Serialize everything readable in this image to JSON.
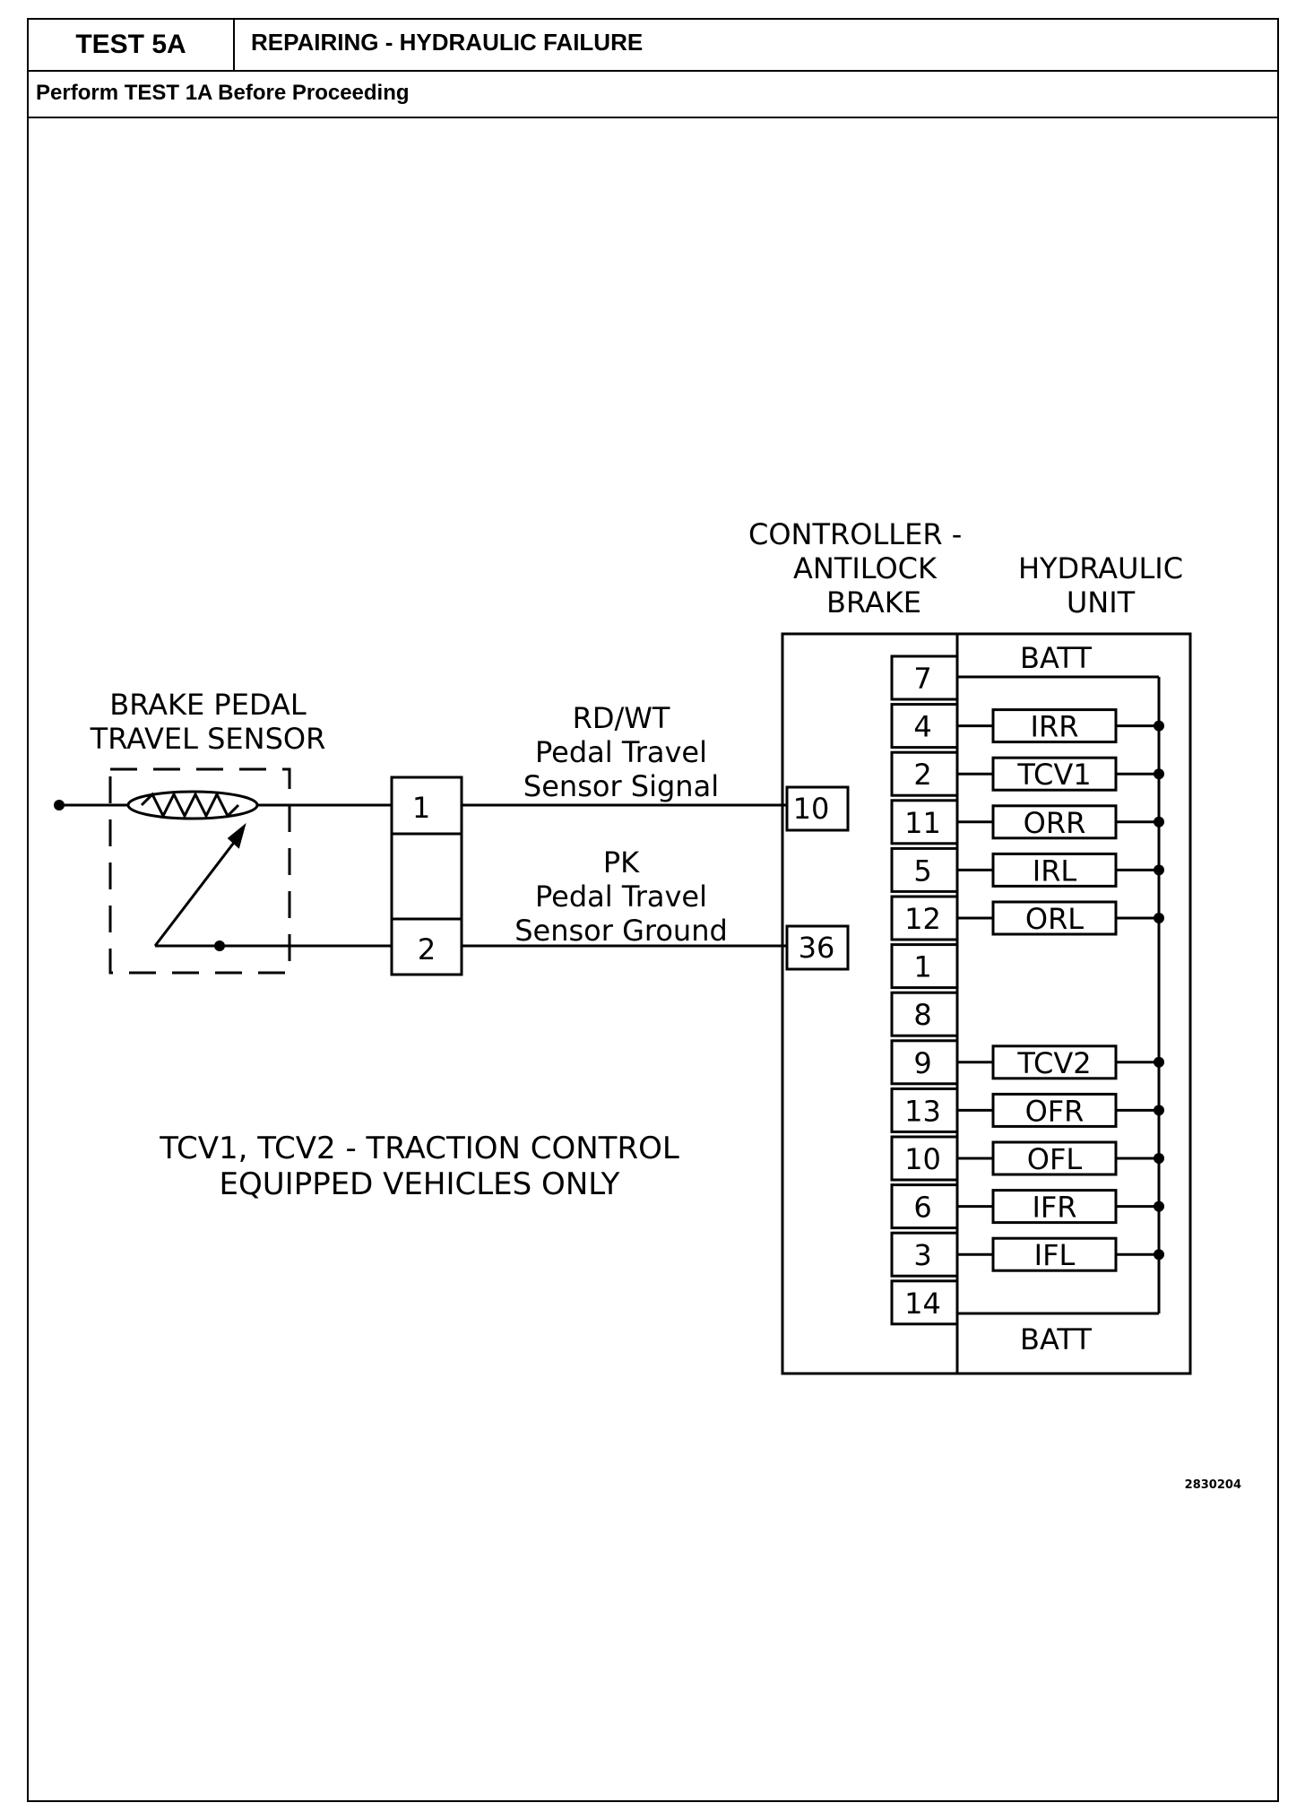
{
  "header": {
    "test_id": "TEST 5A",
    "title": "REPAIRING - HYDRAULIC FAILURE",
    "prerequisite": "Perform TEST 1A Before Proceeding"
  },
  "sensor": {
    "label_line1": "BRAKE PEDAL",
    "label_line2": "TRAVEL SENSOR"
  },
  "connector": {
    "pin1": "1",
    "pin2": "2"
  },
  "wires": {
    "signal": {
      "color": "RD/WT",
      "desc_line1": "Pedal Travel",
      "desc_line2": "Sensor Signal",
      "pin": "10"
    },
    "ground": {
      "color": "PK",
      "desc_line1": "Pedal Travel",
      "desc_line2": "Sensor Ground",
      "pin": "36"
    }
  },
  "controller": {
    "label_line1": "CONTROLLER -",
    "label_line2": "ANTILOCK",
    "label_line3": "BRAKE",
    "unit_line1": "HYDRAULIC",
    "unit_line2": "UNIT",
    "batt_top": "BATT",
    "batt_bottom": "BATT",
    "pins": [
      {
        "pin": "7",
        "valve": ""
      },
      {
        "pin": "4",
        "valve": "IRR"
      },
      {
        "pin": "2",
        "valve": "TCV1"
      },
      {
        "pin": "11",
        "valve": "ORR"
      },
      {
        "pin": "5",
        "valve": "IRL"
      },
      {
        "pin": "12",
        "valve": "ORL"
      },
      {
        "pin": "1",
        "valve": ""
      },
      {
        "pin": "8",
        "valve": ""
      },
      {
        "pin": "9",
        "valve": "TCV2"
      },
      {
        "pin": "13",
        "valve": "OFR"
      },
      {
        "pin": "10",
        "valve": "OFL"
      },
      {
        "pin": "6",
        "valve": "IFR"
      },
      {
        "pin": "3",
        "valve": "IFL"
      },
      {
        "pin": "14",
        "valve": ""
      }
    ]
  },
  "note": {
    "line1": "TCV1, TCV2 - TRACTION CONTROL",
    "line2": "EQUIPPED VEHICLES ONLY"
  },
  "figure_id": "2830204"
}
